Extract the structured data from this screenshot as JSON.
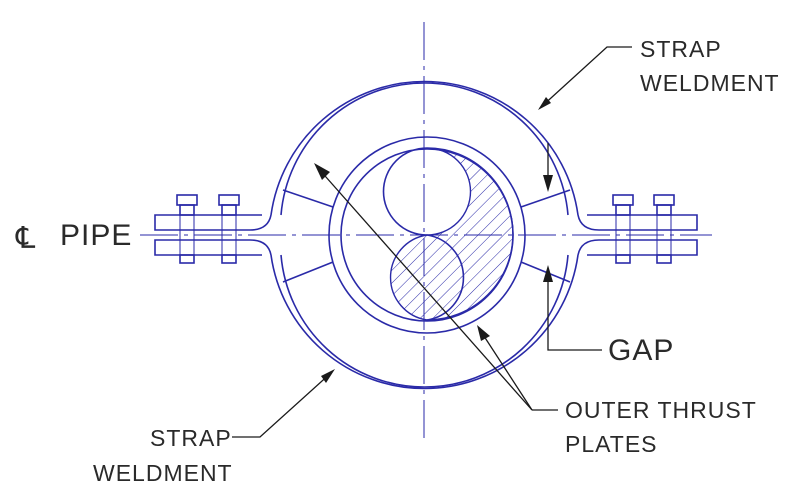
{
  "labels": {
    "strap_weldment_top_line1": "STRAP",
    "strap_weldment_top_line2": "WELDMENT",
    "centerline_symbol": "℄",
    "centerline_pipe": "PIPE",
    "gap": "GAP",
    "outer_thrust_line1": "OUTER THRUST",
    "outer_thrust_line2": "PLATES",
    "strap_weldment_bottom_line1": "STRAP",
    "strap_weldment_bottom_line2": "WELDMENT"
  },
  "colors": {
    "drawing_lines": "#2a2aa8",
    "leader_lines": "#1a1a1a",
    "label_text": "#2a2a2a",
    "background": "#ffffff"
  }
}
